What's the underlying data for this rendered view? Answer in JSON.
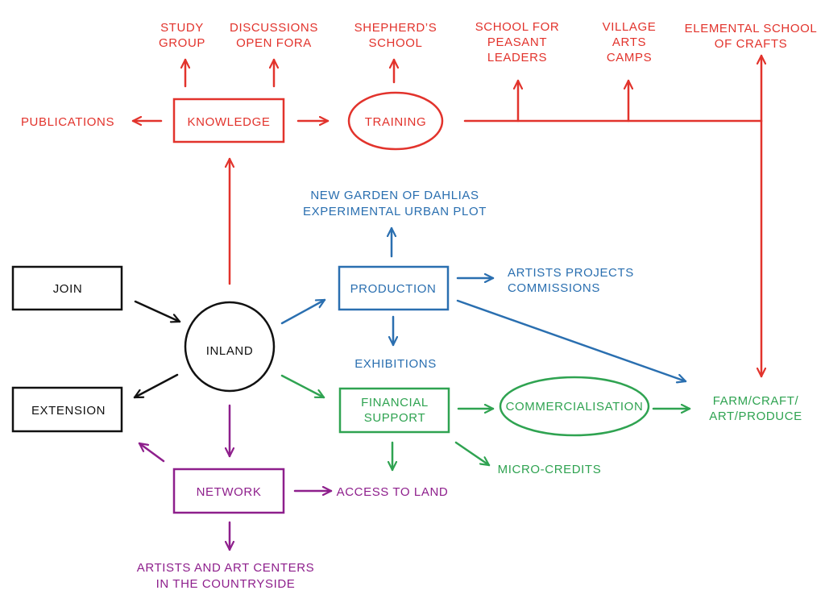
{
  "colors": {
    "knowledge_branch": "#e2332c",
    "production_branch": "#2a6fb0",
    "finance_branch": "#2fa351",
    "network_branch": "#8e1f8c",
    "core": "#111111"
  },
  "nodes": {
    "study_group": [
      "STUDY",
      "GROUP"
    ],
    "discussions": [
      "DISCUSSIONS",
      "OPEN FORA"
    ],
    "shepherds_school": [
      "SHEPHERD’S",
      "SCHOOL"
    ],
    "school_peasant_leaders": [
      "SCHOOL FOR",
      "PEASANT",
      "LEADERS"
    ],
    "village_arts_camps": [
      "VILLAGE",
      "ARTS",
      "CAMPS"
    ],
    "elemental_school": [
      "ELEMENTAL SCHOOL",
      "OF CRAFTS"
    ],
    "publications": [
      "PUBLICATIONS"
    ],
    "knowledge": [
      "KNOWLEDGE"
    ],
    "training": [
      "TRAINING"
    ],
    "new_garden": [
      "NEW GARDEN OF DAHLIAS",
      "EXPERIMENTAL URBAN PLOT"
    ],
    "join": [
      "JOIN"
    ],
    "production": [
      "PRODUCTION"
    ],
    "artists_projects": [
      "ARTISTS PROJECTS",
      "COMMISSIONS"
    ],
    "inland": [
      "INLAND"
    ],
    "exhibitions": [
      "EXHIBITIONS"
    ],
    "extension": [
      "EXTENSION"
    ],
    "financial_support": [
      "FINANCIAL",
      "SUPPORT"
    ],
    "commercialisation": [
      "COMMERCIALISATION"
    ],
    "farm_craft": [
      "FARM/CRAFT/",
      "ART/PRODUCE"
    ],
    "micro_credits": [
      "MICRO-CREDITS"
    ],
    "network": [
      "NETWORK"
    ],
    "access_to_land": [
      "ACCESS TO LAND"
    ],
    "artists_art_centers": [
      "ARTISTS AND ART CENTERS",
      "IN THE COUNTRYSIDE"
    ]
  }
}
